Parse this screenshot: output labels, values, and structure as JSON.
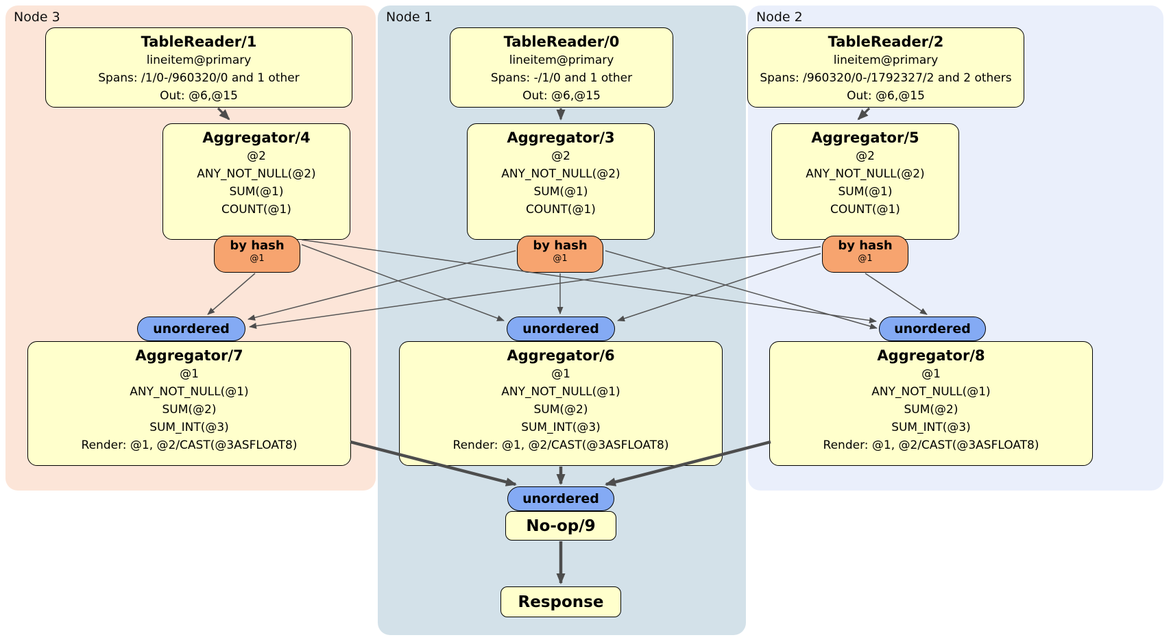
{
  "colors": {
    "node_fill": "#ffffcc",
    "node_border": "#000000",
    "router_fill": "#f7a46f",
    "sync_fill": "#84aaf4",
    "panel_node3": "#fce5d8",
    "panel_node1": "#d3e1e9",
    "panel_node2": "#eaeffb",
    "edge": "#4d4d4d"
  },
  "panels": {
    "node3": {
      "label": "Node 3"
    },
    "node1": {
      "label": "Node 1"
    },
    "node2": {
      "label": "Node 2"
    }
  },
  "badges": {
    "by_hash": {
      "label": "by hash",
      "sub": "@1"
    },
    "unordered": {
      "label": "unordered"
    }
  },
  "nodes": {
    "tr1": {
      "title": "TableReader/1",
      "lines": [
        "lineitem@primary",
        "Spans: /1/0-/960320/0 and 1 other",
        "Out: @6,@15"
      ]
    },
    "tr0": {
      "title": "TableReader/0",
      "lines": [
        "lineitem@primary",
        "Spans: -/1/0 and 1 other",
        "Out: @6,@15"
      ]
    },
    "tr2": {
      "title": "TableReader/2",
      "lines": [
        "lineitem@primary",
        "Spans: /960320/0-/1792327/2 and 2 others",
        "Out: @6,@15"
      ]
    },
    "agg4": {
      "title": "Aggregator/4",
      "lines": [
        "@2",
        "ANY_NOT_NULL(@2)",
        "SUM(@1)",
        "COUNT(@1)"
      ]
    },
    "agg3": {
      "title": "Aggregator/3",
      "lines": [
        "@2",
        "ANY_NOT_NULL(@2)",
        "SUM(@1)",
        "COUNT(@1)"
      ]
    },
    "agg5": {
      "title": "Aggregator/5",
      "lines": [
        "@2",
        "ANY_NOT_NULL(@2)",
        "SUM(@1)",
        "COUNT(@1)"
      ]
    },
    "agg7": {
      "title": "Aggregator/7",
      "lines": [
        "@1",
        "ANY_NOT_NULL(@1)",
        "SUM(@2)",
        "SUM_INT(@3)",
        "Render: @1, @2/CAST(@3ASFLOAT8)"
      ]
    },
    "agg6": {
      "title": "Aggregator/6",
      "lines": [
        "@1",
        "ANY_NOT_NULL(@1)",
        "SUM(@2)",
        "SUM_INT(@3)",
        "Render: @1, @2/CAST(@3ASFLOAT8)"
      ]
    },
    "agg8": {
      "title": "Aggregator/8",
      "lines": [
        "@1",
        "ANY_NOT_NULL(@1)",
        "SUM(@2)",
        "SUM_INT(@3)",
        "Render: @1, @2/CAST(@3ASFLOAT8)"
      ]
    },
    "noop": {
      "title": "No-op/9"
    },
    "response": {
      "title": "Response"
    }
  }
}
